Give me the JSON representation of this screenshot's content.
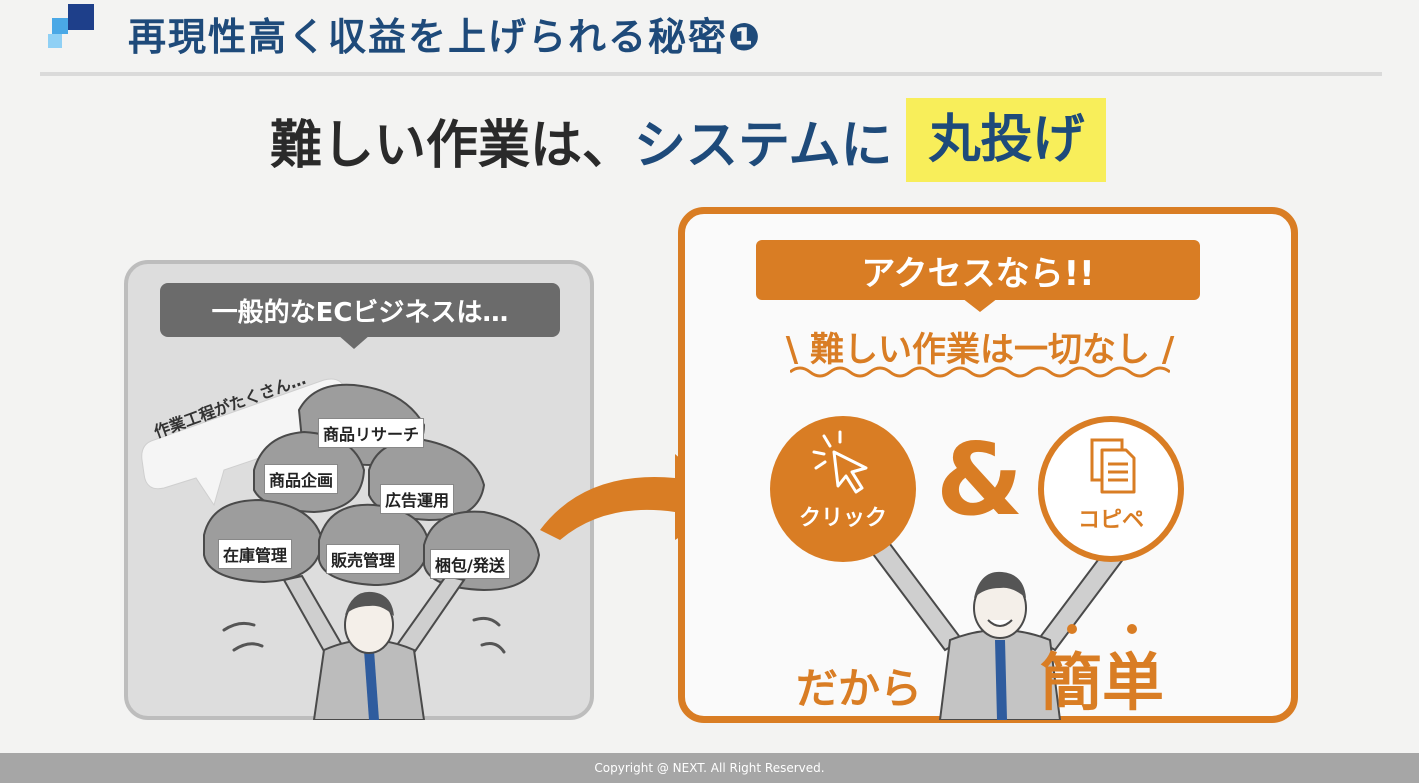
{
  "header": {
    "title": "再現性高く収益を上げられる秘密❶"
  },
  "headline": {
    "part_dark": "難しい作業は、",
    "part_blue": "システムに",
    "highlight": "丸投げ"
  },
  "left_panel": {
    "bubble": "一般的なECビジネスは…",
    "thought": "作業工程がたくさん…",
    "tasks": [
      "商品リサーチ",
      "商品企画",
      "広告運用",
      "在庫管理",
      "販売管理",
      "梱包/発送"
    ]
  },
  "right_panel": {
    "banner": "アクセスなら!!",
    "subline": "\\ 難しい作業は一切なし /",
    "click_label": "クリック",
    "ampersand": "&",
    "copy_label": "コピペ",
    "dakara": "だから",
    "kantan": "簡単"
  },
  "footer": {
    "copyright": "Copyright @ NEXT. All Right Reserved."
  },
  "colors": {
    "navy": "#1e4a7a",
    "orange": "#d97d24",
    "highlight": "#f8ee5a",
    "panel_grey": "#dddddd"
  },
  "icons": [
    "logo-squares-icon",
    "cursor-click-icon",
    "document-copy-icon",
    "right-arrow-icon"
  ]
}
